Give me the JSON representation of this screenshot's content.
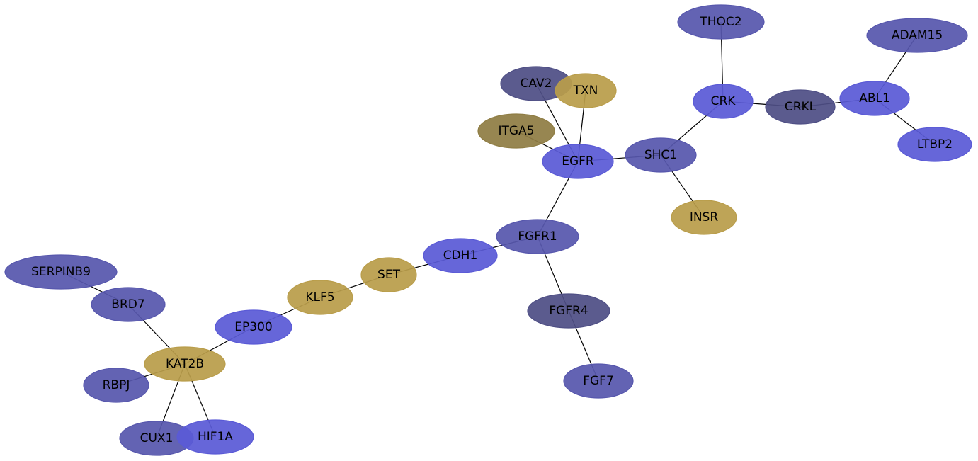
{
  "palette": {
    "blue": "#5a5ad6",
    "slate": "#5757ad",
    "dark_slate": "#4f4f85",
    "gold": "#b99d4a",
    "olive": "#8f7d44"
  },
  "nodes": [
    {
      "id": "THOC2",
      "label": "THOC2",
      "color": "slate"
    },
    {
      "id": "ADAM15",
      "label": "ADAM15",
      "color": "slate"
    },
    {
      "id": "CAV2",
      "label": "CAV2",
      "color": "dark_slate"
    },
    {
      "id": "TXN",
      "label": "TXN",
      "color": "gold"
    },
    {
      "id": "CRK",
      "label": "CRK",
      "color": "blue"
    },
    {
      "id": "CRKL",
      "label": "CRKL",
      "color": "dark_slate"
    },
    {
      "id": "ABL1",
      "label": "ABL1",
      "color": "blue"
    },
    {
      "id": "ITGA5",
      "label": "ITGA5",
      "color": "olive"
    },
    {
      "id": "LTBP2",
      "label": "LTBP2",
      "color": "blue"
    },
    {
      "id": "SHC1",
      "label": "SHC1",
      "color": "slate"
    },
    {
      "id": "EGFR",
      "label": "EGFR",
      "color": "blue"
    },
    {
      "id": "INSR",
      "label": "INSR",
      "color": "gold"
    },
    {
      "id": "FGFR1",
      "label": "FGFR1",
      "color": "slate"
    },
    {
      "id": "CDH1",
      "label": "CDH1",
      "color": "blue"
    },
    {
      "id": "SERPINB9",
      "label": "SERPINB9",
      "color": "slate"
    },
    {
      "id": "SET",
      "label": "SET",
      "color": "gold"
    },
    {
      "id": "KLF5",
      "label": "KLF5",
      "color": "gold"
    },
    {
      "id": "BRD7",
      "label": "BRD7",
      "color": "slate"
    },
    {
      "id": "FGFR4",
      "label": "FGFR4",
      "color": "dark_slate"
    },
    {
      "id": "EP300",
      "label": "EP300",
      "color": "blue"
    },
    {
      "id": "KAT2B",
      "label": "KAT2B",
      "color": "gold"
    },
    {
      "id": "FGF7",
      "label": "FGF7",
      "color": "slate"
    },
    {
      "id": "RBPJ",
      "label": "RBPJ",
      "color": "slate"
    },
    {
      "id": "CUX1",
      "label": "CUX1",
      "color": "slate"
    },
    {
      "id": "HIF1A",
      "label": "HIF1A",
      "color": "blue"
    }
  ],
  "edges": [
    [
      "THOC2",
      "CRK"
    ],
    [
      "CRK",
      "CRKL"
    ],
    [
      "CRKL",
      "ABL1"
    ],
    [
      "ABL1",
      "ADAM15"
    ],
    [
      "ABL1",
      "LTBP2"
    ],
    [
      "CRK",
      "SHC1"
    ],
    [
      "SHC1",
      "EGFR"
    ],
    [
      "SHC1",
      "INSR"
    ],
    [
      "CAV2",
      "EGFR"
    ],
    [
      "TXN",
      "EGFR"
    ],
    [
      "ITGA5",
      "EGFR"
    ],
    [
      "EGFR",
      "FGFR1"
    ],
    [
      "FGFR1",
      "CDH1"
    ],
    [
      "FGFR1",
      "FGFR4"
    ],
    [
      "FGFR4",
      "FGF7"
    ],
    [
      "CDH1",
      "SET"
    ],
    [
      "SET",
      "KLF5"
    ],
    [
      "KLF5",
      "EP300"
    ],
    [
      "EP300",
      "KAT2B"
    ],
    [
      "SERPINB9",
      "BRD7"
    ],
    [
      "BRD7",
      "KAT2B"
    ],
    [
      "KAT2B",
      "RBPJ"
    ],
    [
      "KAT2B",
      "CUX1"
    ],
    [
      "KAT2B",
      "HIF1A"
    ]
  ]
}
